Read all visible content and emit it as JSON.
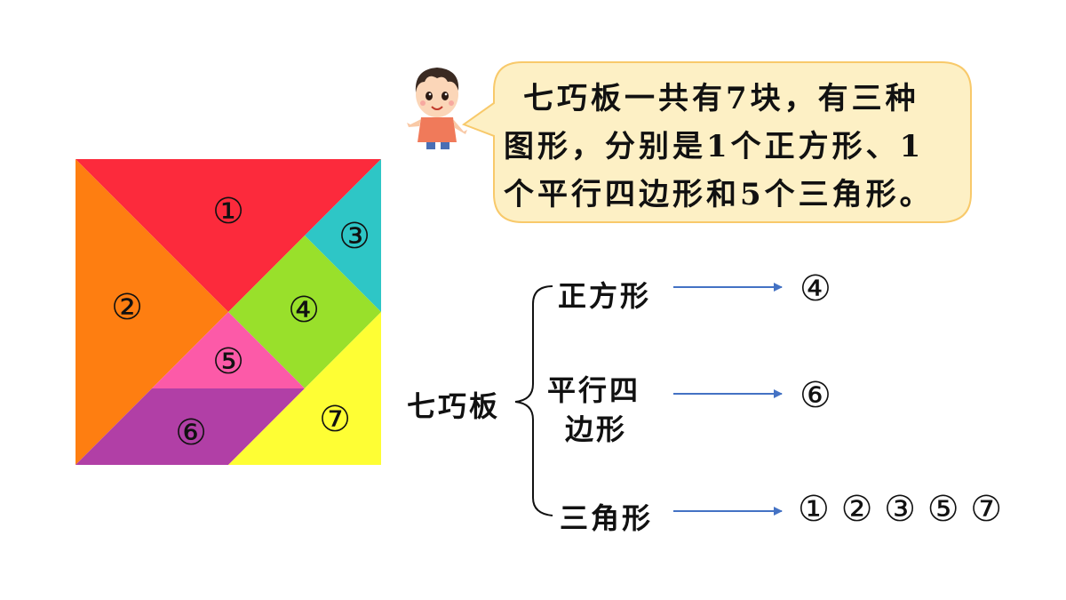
{
  "tangram": {
    "pieces": [
      {
        "label": "①",
        "color": "#fc2a3c"
      },
      {
        "label": "②",
        "color": "#fe7e11"
      },
      {
        "label": "③",
        "color": "#2ec6c6"
      },
      {
        "label": "④",
        "color": "#99e02b"
      },
      {
        "label": "⑤",
        "color": "#fc5aa8"
      },
      {
        "label": "⑥",
        "color": "#b13fa6"
      },
      {
        "label": "⑦",
        "color": "#fefe34"
      }
    ]
  },
  "speech": {
    "lines": [
      "七巧板一共有7块，有三种",
      "图形，分别是1个正方形、1",
      "个平行四边形和5个三角形。"
    ],
    "bubble_color": "#fdf0c5",
    "border_color": "#f8c96a"
  },
  "tree": {
    "root": "七巧板",
    "branches": [
      {
        "category": "正方形",
        "result": "④"
      },
      {
        "category_line1": "平行四",
        "category_line2": "边形",
        "result": "⑥"
      },
      {
        "category": "三角形",
        "result": "① ② ③ ⑤ ⑦"
      }
    ],
    "arrow_color": "#4472c4"
  }
}
